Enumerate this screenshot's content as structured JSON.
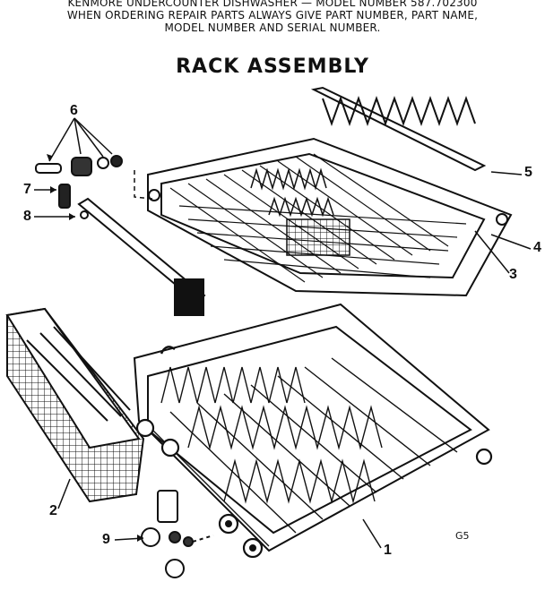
{
  "header": {
    "line1": "KENMORE UNDERCOUNTER DISHWASHER — MODEL NUMBER 587.702300",
    "line2": "WHEN ORDERING REPAIR PARTS ALWAYS GIVE PART NUMBER, PART NAME,",
    "line3": "MODEL NUMBER AND SERIAL NUMBER."
  },
  "title": "RACK ASSEMBLY",
  "callouts": {
    "c1": "1",
    "c2": "2",
    "c3": "3",
    "c4": "4",
    "c5": "5",
    "c6": "6",
    "c7": "7",
    "c8": "8",
    "c9": "9"
  },
  "code": "G5"
}
